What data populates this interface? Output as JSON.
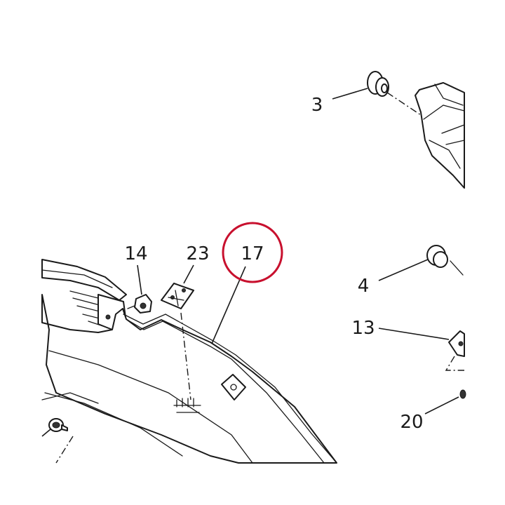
{
  "diagram": {
    "callouts": [
      {
        "id": "3",
        "text": "3"
      },
      {
        "id": "4",
        "text": "4"
      },
      {
        "id": "13",
        "text": "13"
      },
      {
        "id": "14",
        "text": "14"
      },
      {
        "id": "17",
        "text": "17",
        "highlighted": true
      },
      {
        "id": "20",
        "text": "20"
      },
      {
        "id": "23",
        "text": "23"
      }
    ],
    "highlight_color": "#c8102e",
    "line_color": "#1a1a1a"
  }
}
